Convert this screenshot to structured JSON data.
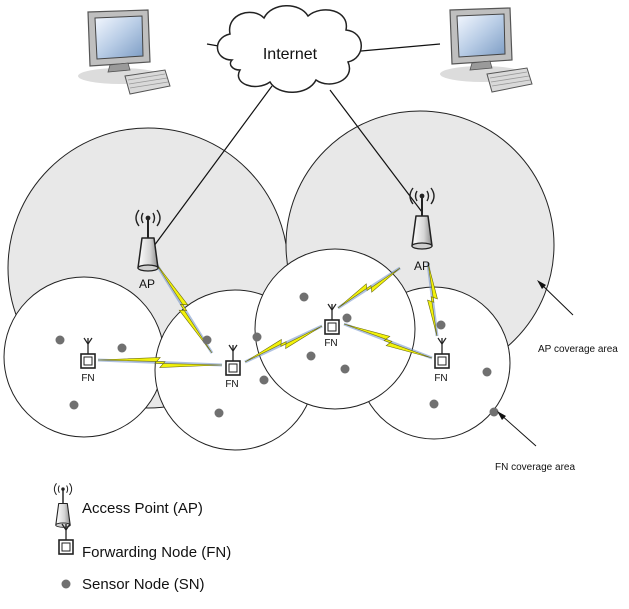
{
  "network": {
    "internet_label": "Internet",
    "ap_label": "AP",
    "fn_label": "FN",
    "ap_coverage_label": "AP coverage area",
    "fn_coverage_label": "FN coverage area"
  },
  "legend": {
    "access_point": "Access Point (AP)",
    "forwarding_node": "Forwarding Node (FN)",
    "sensor_node": "Sensor Node (SN)"
  },
  "colors": {
    "ap_coverage_fill": "#e8e8e8",
    "fn_coverage_fill": "#ffffff",
    "sensor_node": "#707070",
    "link_bolt": "#f2f20a",
    "link_glow": "#6f8fc8"
  },
  "icons": [
    "desktop-computer-icon",
    "internet-cloud-icon",
    "access-point-icon",
    "forwarding-node-icon",
    "sensor-node-icon",
    "wireless-link-icon"
  ]
}
